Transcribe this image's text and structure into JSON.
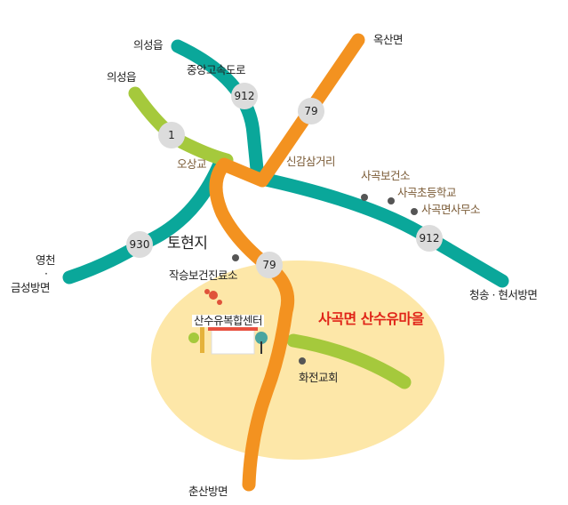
{
  "colors": {
    "teal": "#0aa79a",
    "orange": "#f39220",
    "green": "#a5c93c",
    "area": "#fde7a8",
    "shield": "#dcdcdc"
  },
  "labels": {
    "uiseong_top": "의성읍",
    "expressway": "중앙고속도로",
    "uiseong_left": "의성읍",
    "oksan": "옥산면",
    "osanggyo": "오상교",
    "singam": "신감삼거리",
    "sagok_health": "사곡보건소",
    "sagok_school": "사곡초등학교",
    "sagok_office": "사곡면사무소",
    "tohyeonji": "토현지",
    "jakseung": "작승보건진료소",
    "yeongcheon": "영천",
    "dot_sep": "·",
    "geumseong": "금성방면",
    "cheongsong": "청송 · 현서방면",
    "village": "사곡면 산수유마을",
    "center": "산수유복합센터",
    "hwajeon": "화전교회",
    "chunsan": "춘산방면"
  },
  "shields": {
    "r912a": "912",
    "r79a": "79",
    "r1": "1",
    "r930": "930",
    "r912b": "912",
    "r79b": "79"
  }
}
